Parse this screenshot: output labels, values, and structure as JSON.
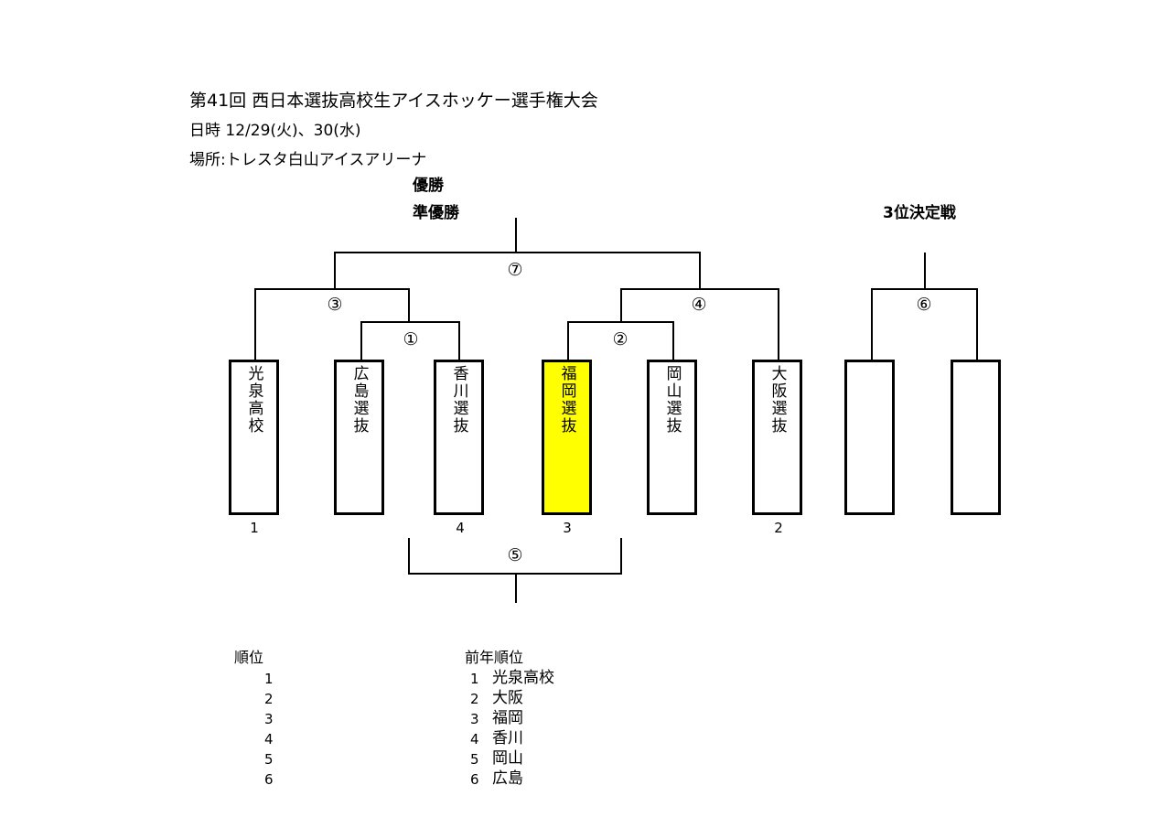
{
  "header": {
    "title": "第41回 西日本選抜高校生アイスホッケー選手権大会",
    "date": "日時  12/29(火)、30(水)",
    "venue": "場所:トレスタ白山アイスアリーナ"
  },
  "labels": {
    "champion": "優勝",
    "runner_up": "準優勝",
    "third_place_match": "3位決定戦"
  },
  "matches": [
    "①",
    "②",
    "③",
    "④",
    "⑤",
    "⑥",
    "⑦"
  ],
  "teams": [
    {
      "name": "光泉高校",
      "seed": "1",
      "highlight": false
    },
    {
      "name": "広島選抜",
      "seed": "",
      "highlight": false
    },
    {
      "name": "香川選抜",
      "seed": "4",
      "highlight": false
    },
    {
      "name": "福岡選抜",
      "seed": "3",
      "highlight": true
    },
    {
      "name": "岡山選抜",
      "seed": "",
      "highlight": false
    },
    {
      "name": "大阪選抜",
      "seed": "2",
      "highlight": false
    },
    {
      "name": "",
      "seed": "",
      "highlight": false
    },
    {
      "name": "",
      "seed": "",
      "highlight": false
    }
  ],
  "ranking": {
    "header": "順位",
    "positions": [
      "1",
      "2",
      "3",
      "4",
      "5",
      "6"
    ]
  },
  "previous_ranking": {
    "header": "前年順位",
    "entries": [
      {
        "rank": "1",
        "team": "光泉高校"
      },
      {
        "rank": "2",
        "team": "大阪"
      },
      {
        "rank": "3",
        "team": "福岡"
      },
      {
        "rank": "4",
        "team": "香川"
      },
      {
        "rank": "5",
        "team": "岡山"
      },
      {
        "rank": "6",
        "team": "広島"
      }
    ]
  },
  "colors": {
    "highlight": "#ffff00",
    "line": "#000000"
  }
}
